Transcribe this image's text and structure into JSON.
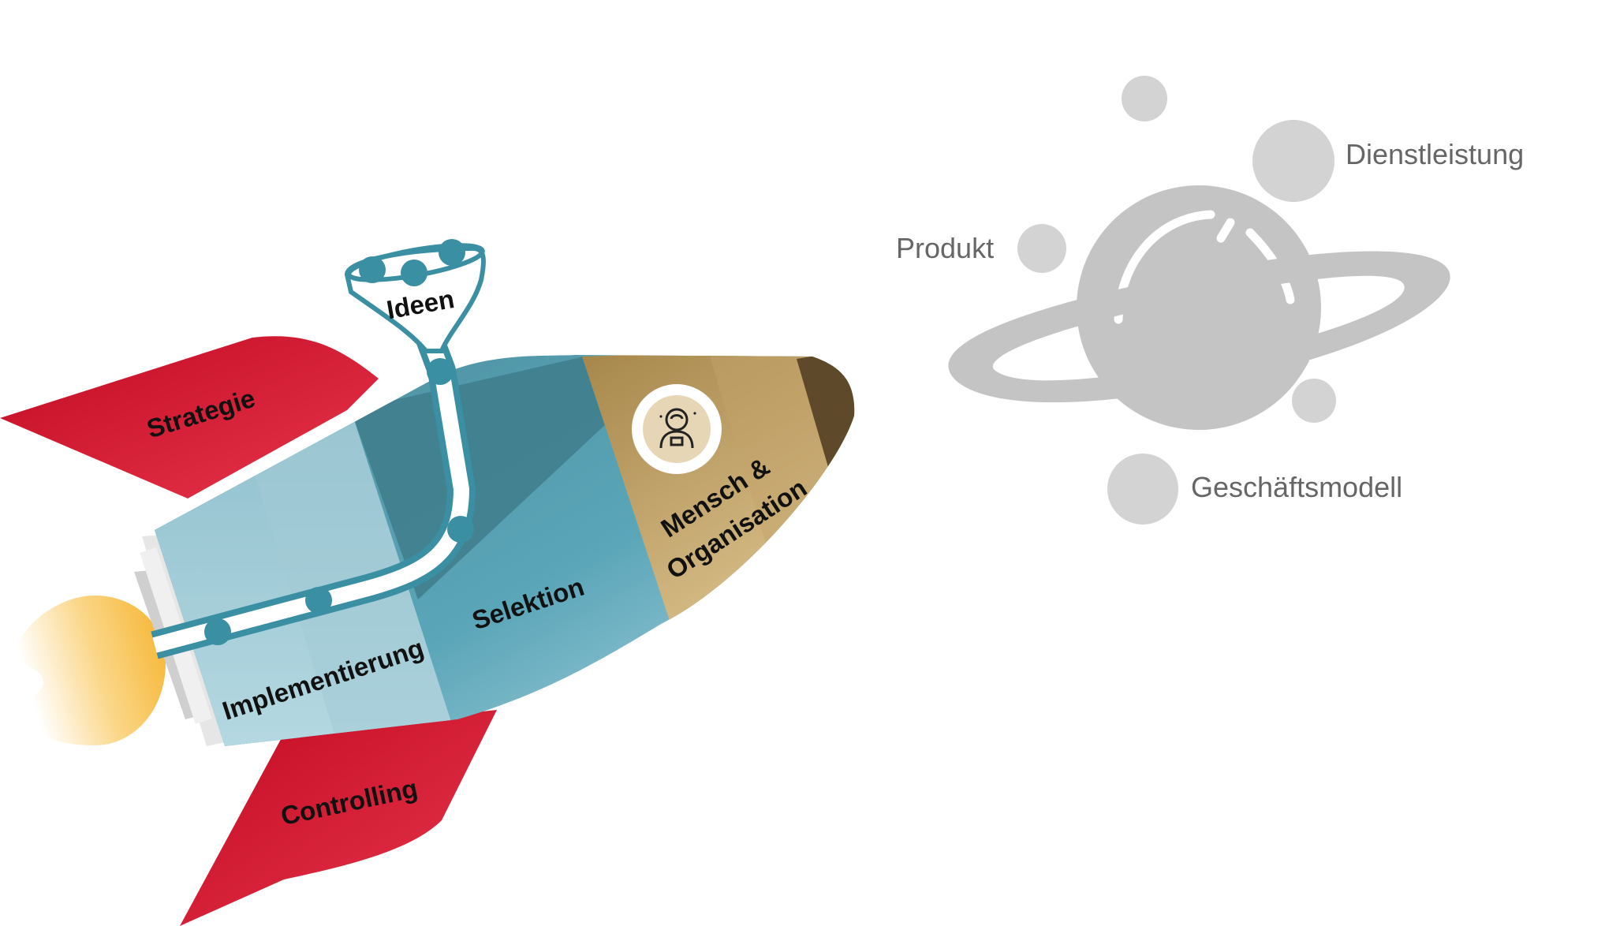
{
  "rocket": {
    "labels": {
      "ideas": "Ideen",
      "strategy": "Strategie",
      "controlling": "Controlling",
      "implementation": "Implementierung",
      "selection": "Selektion",
      "people_line1": "Mensch &",
      "people_line2": "Organisation"
    },
    "icons": {
      "people": "astronaut-icon"
    },
    "colors": {
      "fin": "#d4112f",
      "body_dark": "#3f7d8b",
      "body_mid": "#5aa5b8",
      "body_light": "#a8cfdb",
      "nose": "#b89a5e",
      "tip": "#5e4a2a",
      "pipe": "#3b8fa3",
      "flame": "#f7b733"
    }
  },
  "planet": {
    "labels": {
      "product": "Produkt",
      "service": "Dienstleistung",
      "business_model": "Geschäftsmodell"
    },
    "colors": {
      "planet": "#c4c4c4",
      "moons": "#d3d3d3"
    }
  }
}
